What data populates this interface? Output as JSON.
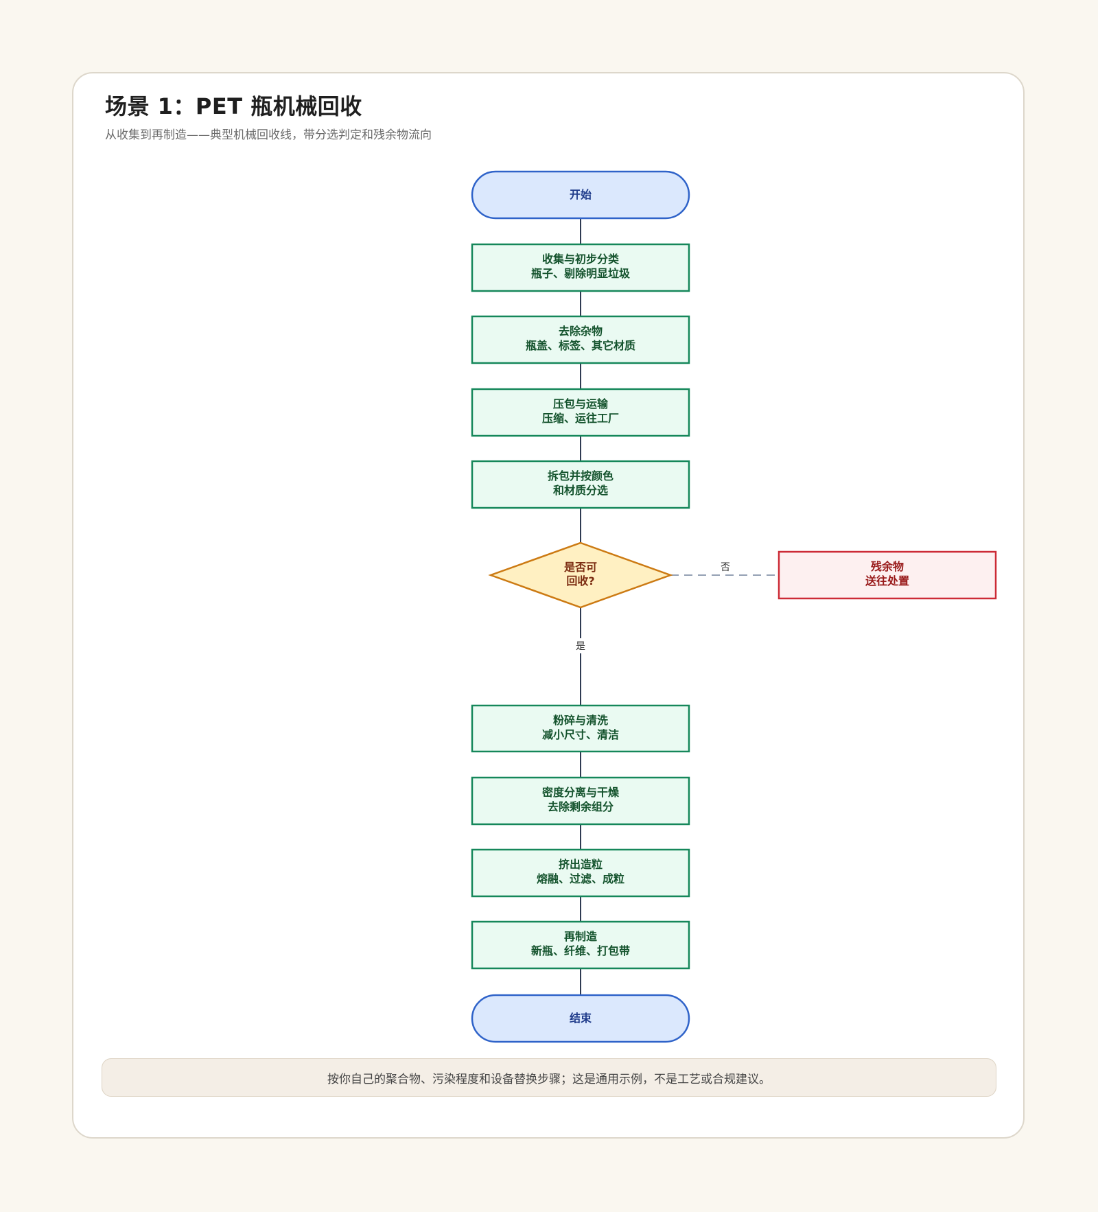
{
  "header": {
    "title": "场景 1：PET 瓶机械回收",
    "subtitle": "从收集到再制造——典型机械回收线，带分选判定和残余物流向"
  },
  "flow": {
    "start": "开始",
    "steps": [
      [
        "收集与初步分类",
        "瓶子、剔除明显垃圾"
      ],
      [
        "去除杂物",
        "瓶盖、标签、其它材质"
      ],
      [
        "压包与运输",
        "压缩、运往工厂"
      ],
      [
        "拆包并按颜色",
        "和材质分选"
      ]
    ],
    "decision": [
      "是否可",
      "回收?"
    ],
    "branch_yes": "是",
    "branch_no": "否",
    "residue": [
      "残余物",
      "送往处置"
    ],
    "steps_after": [
      [
        "粉碎与清洗",
        "减小尺寸、清洁"
      ],
      [
        "密度分离与干燥",
        "去除剩余组分"
      ],
      [
        "挤出造粒",
        "熔融、过滤、成粒"
      ],
      [
        "再制造",
        "新瓶、纤维、打包带"
      ]
    ],
    "end": "结束"
  },
  "colors": {
    "terminal_fill": "#dbe8fd",
    "terminal_stroke": "#2f63c9",
    "process_fill": "#eafaf2",
    "process_stroke": "#15875a",
    "decision_fill": "#fff0c2",
    "decision_stroke": "#cc7a13",
    "residue_fill": "#fdf0f0",
    "residue_stroke": "#cc2b36",
    "edge": "#2f3b52",
    "edge_dashed": "#94a0b4"
  },
  "footer": {
    "note": "按你自己的聚合物、污染程度和设备替换步骤；这是通用示例，不是工艺或合规建议。"
  }
}
